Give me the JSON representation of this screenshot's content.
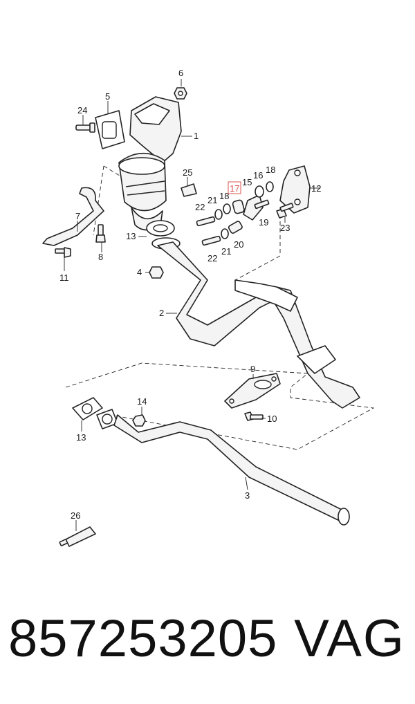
{
  "highlight_color": "#d9534f",
  "diagram": {
    "callouts": {
      "c1": "1",
      "c2": "2",
      "c3": "3",
      "c4": "4",
      "c5": "5",
      "c6": "6",
      "c7": "7",
      "c8": "8",
      "c9": "9",
      "c10": "10",
      "c11": "11",
      "c12": "12",
      "c13a": "13",
      "c13b": "13",
      "c14": "14",
      "c15": "15",
      "c16": "16",
      "c17": "17",
      "c18a": "18",
      "c18b": "18",
      "c19": "19",
      "c20": "20",
      "c21a": "21",
      "c21b": "21",
      "c22a": "22",
      "c22b": "22",
      "c23": "23",
      "c24": "24",
      "c25": "25",
      "c26": "26"
    },
    "highlighted_callout": "17"
  },
  "footer": {
    "part_number": "857253205",
    "brand": "VAG"
  }
}
